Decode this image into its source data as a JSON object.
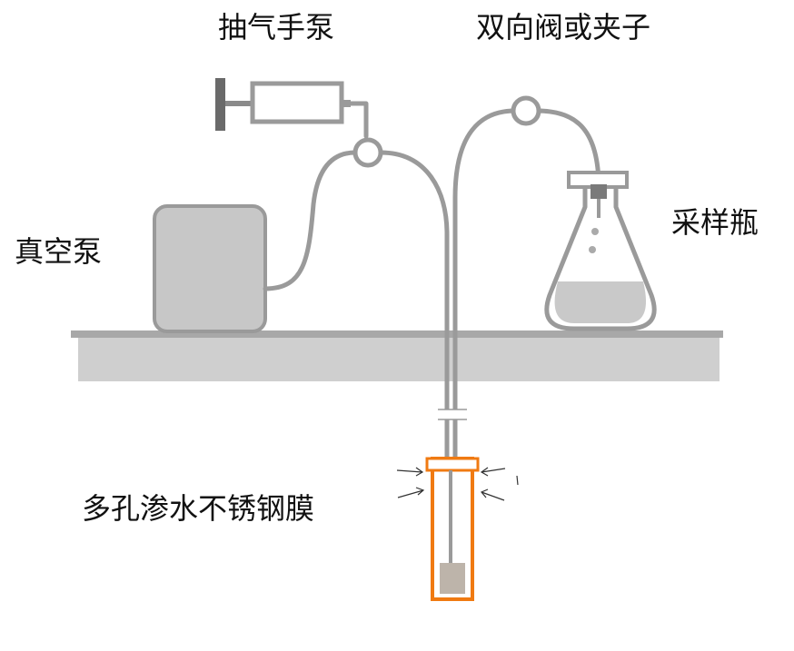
{
  "labels": {
    "hand_pump": "抽气手泵",
    "two_way_valve": "双向阀或夹子",
    "vacuum_pump": "真空泵",
    "sampling_bottle": "采样瓶",
    "porous_membrane": "多孔渗水不锈钢膜"
  },
  "colors": {
    "tube": "#9a9a9a",
    "ground_top": "#a8a8a8",
    "ground_fill": "#cfcfcf",
    "device_fill": "#c7c7c7",
    "device_stroke": "#999999",
    "membrane": "#f07a12",
    "dark_handle": "#6a6a6a"
  }
}
